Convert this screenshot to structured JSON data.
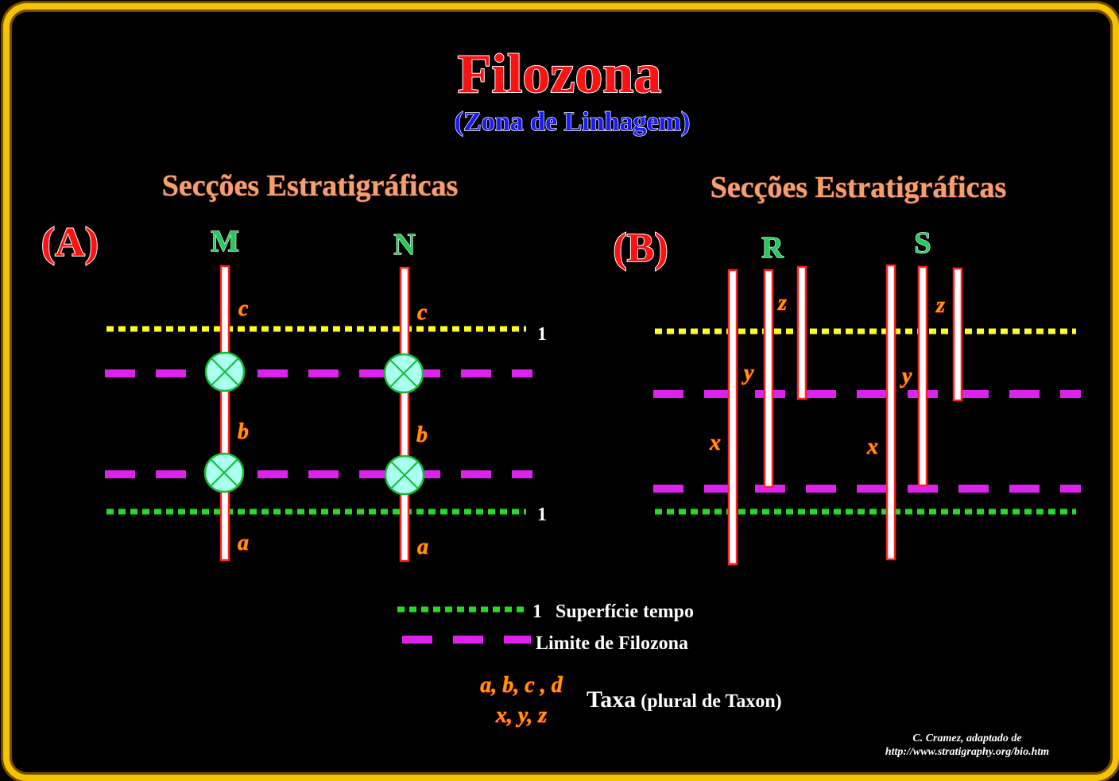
{
  "title": "Filozona",
  "subtitle": "(Zona de Linhagem)",
  "panel_a": {
    "heading": "Secções Estratigráficas",
    "label": "(A)",
    "sections": [
      "M",
      "N"
    ],
    "taxa_m": [
      "c",
      "b",
      "a"
    ],
    "taxa_n": [
      "c",
      "b",
      "a"
    ],
    "level_top": "1",
    "level_bottom": "1"
  },
  "panel_b": {
    "heading": "Secções Estratigráficas",
    "label": "(B)",
    "sections": [
      "R",
      "S"
    ],
    "taxa_r": [
      "z",
      "y",
      "x"
    ],
    "taxa_s": [
      "z",
      "y",
      "x"
    ]
  },
  "legend": {
    "time_number": "1",
    "time_label": "Superfície tempo",
    "limit_label": "Limite de Filozona",
    "taxa_line1": "a, b, c , d",
    "taxa_line2": "x, y, z",
    "taxa_word": "Taxa",
    "taxa_note": " (plural de Taxon)"
  },
  "credit": {
    "line1": "C. Cramez, adaptado de",
    "line2": "http://www.stratigraphy.org/bio.htm"
  },
  "colors": {
    "frame": "#f2c400",
    "title": "#ff1111",
    "subtitle": "#1a1aff",
    "heading": "#f2a070",
    "section_label": "#22cc55",
    "taxon": "#ff9a00",
    "time_line": "#22dd22",
    "top_line": "#ffff22",
    "limit_line": "#dd22ee",
    "bar_stroke": "#ff2222",
    "marker_fill": "#aaffee"
  }
}
